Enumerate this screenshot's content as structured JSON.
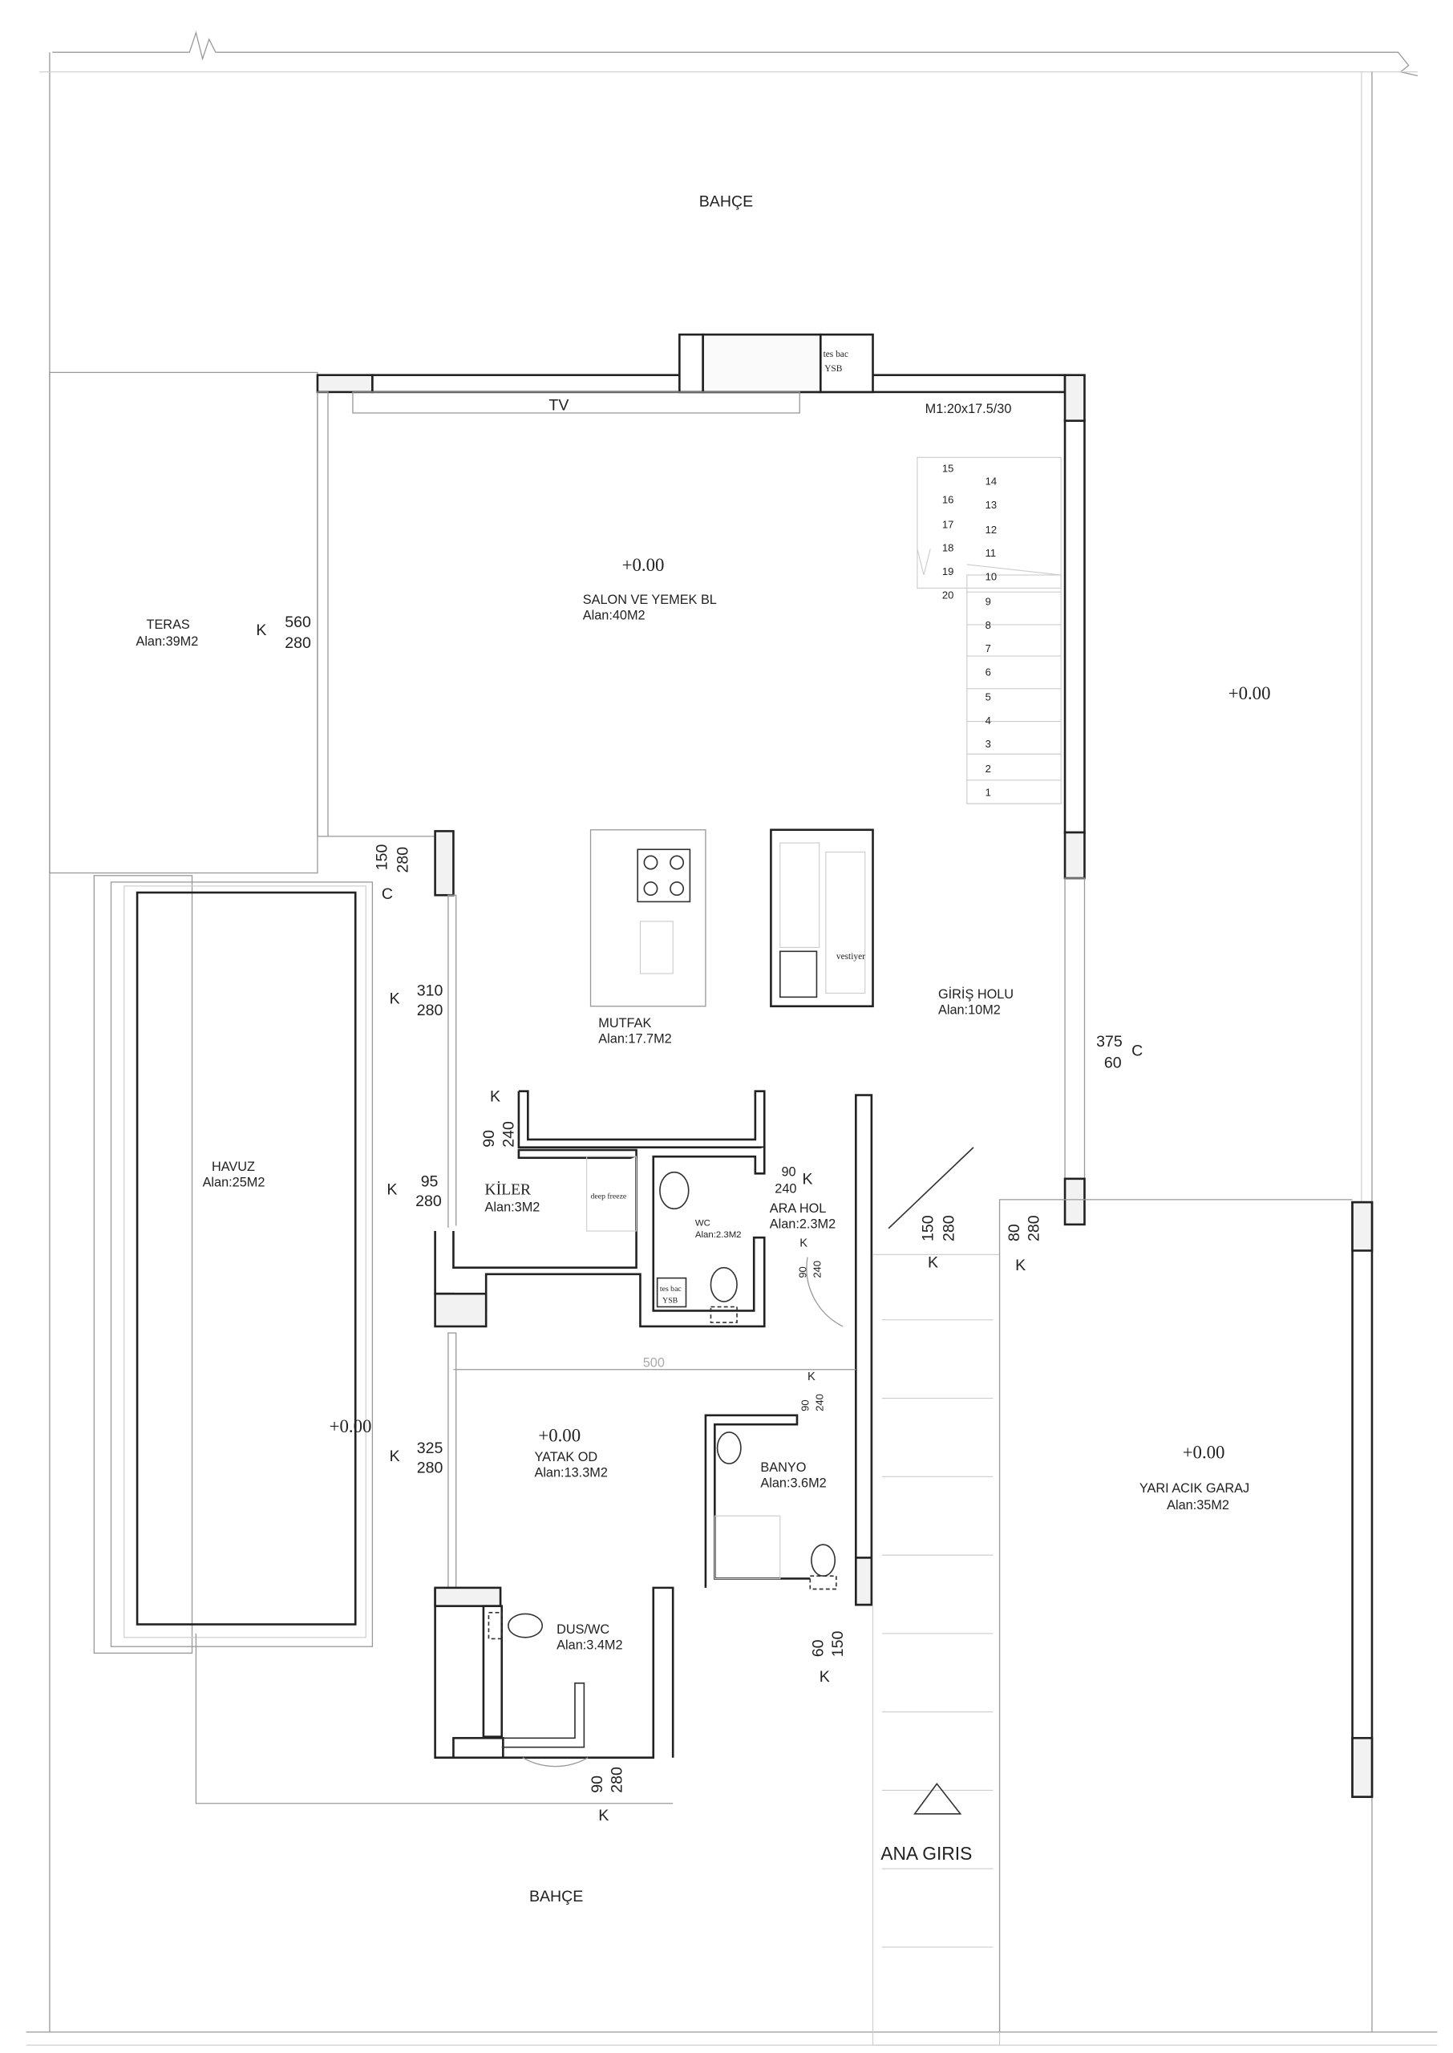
{
  "rooms": {
    "bahce_top": "BAHÇE",
    "bahce_bottom": "BAHÇE",
    "teras": {
      "name": "TERAS",
      "area": "Alan:39M2"
    },
    "salon": {
      "name": "SALON VE YEMEK BL",
      "area": "Alan:40M2"
    },
    "mutfak": {
      "name": "MUTFAK",
      "area": "Alan:17.7M2"
    },
    "giris": {
      "name": "GİRİŞ HOLU",
      "area": "Alan:10M2"
    },
    "havuz": {
      "name": "HAVUZ",
      "area": "Alan:25M2"
    },
    "kiler": {
      "name": "KİLER",
      "area": "Alan:3M2"
    },
    "wc": {
      "name": "WC",
      "area": "Alan:2.3M2"
    },
    "arahol": {
      "name": "ARA HOL",
      "area": "Alan:2.3M2"
    },
    "yatak": {
      "name": "YATAK OD",
      "area": "Alan:13.3M2"
    },
    "banyo": {
      "name": "BANYO",
      "area": "Alan:3.6M2"
    },
    "duswc": {
      "name": "DUS/WC",
      "area": "Alan:3.4M2"
    },
    "garaj": {
      "name": "YARI ACIK GARAJ",
      "area": "Alan:35M2"
    }
  },
  "levels": {
    "salon": "+0.00",
    "outside_right": "+0.00",
    "pool": "+0.00",
    "yatak": "+0.00",
    "garaj": "+0.00"
  },
  "labels": {
    "tv": "TV",
    "stair_spec": "M1:20x17.5/30",
    "tes_bac": "tes bac",
    "ysb": "YSB",
    "deep_freeze": "deep freeze",
    "vestiyer": "vestiyer",
    "ana_giris": "ANA GIRIS",
    "dim_500": "500"
  },
  "stair_steps": [
    "1",
    "2",
    "3",
    "4",
    "5",
    "6",
    "7",
    "8",
    "9",
    "10",
    "11",
    "12",
    "13",
    "14",
    "15",
    "16",
    "17",
    "18",
    "19",
    "20"
  ],
  "openings": [
    {
      "type": "K",
      "w": "560",
      "h": "280"
    },
    {
      "type": "C",
      "w": "150",
      "h": "280"
    },
    {
      "type": "K",
      "w": "310",
      "h": "280"
    },
    {
      "type": "C",
      "w": "375",
      "h": "60"
    },
    {
      "type": "K",
      "w": "90",
      "h": "240"
    },
    {
      "type": "K",
      "w": "95",
      "h": "280"
    },
    {
      "type": "K",
      "w": "90",
      "h": "240"
    },
    {
      "type": "K",
      "w": "90",
      "h": "240"
    },
    {
      "type": "K",
      "w": "150",
      "h": "280"
    },
    {
      "type": "K",
      "w": "80",
      "h": "280"
    },
    {
      "type": "K",
      "w": "90",
      "h": "240"
    },
    {
      "type": "K",
      "w": "325",
      "h": "280"
    },
    {
      "type": "K",
      "w": "60",
      "h": "150"
    },
    {
      "type": "K",
      "w": "90",
      "h": "280"
    }
  ]
}
